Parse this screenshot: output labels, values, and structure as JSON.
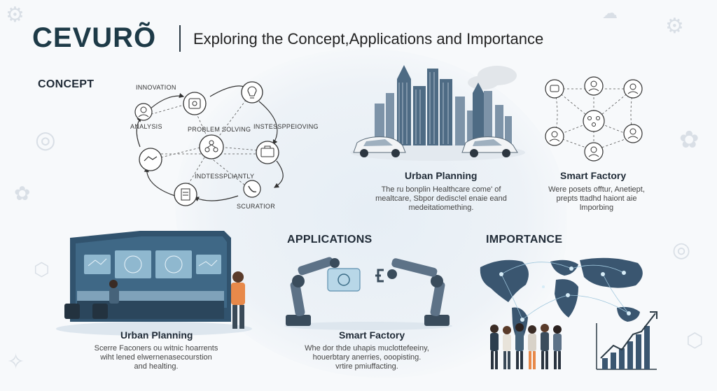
{
  "header": {
    "logo": "CEVURÕ",
    "subtitle": "Exploring the Concept,Applications and Importance"
  },
  "concept": {
    "title": "CONCEPT",
    "nodes": [
      {
        "label": "INNOVATION",
        "icon": "brain-chip-icon"
      },
      {
        "label": "ANALYSIS",
        "icon": "person-headset-icon"
      },
      {
        "label": "PROBLEM SOLVING",
        "icon": "network-icon"
      },
      {
        "label": "INSTESSPPEIOVING",
        "icon": "toolbox-icon"
      },
      {
        "label": "INDTESSPLIANTLY",
        "icon": "handshake-icon"
      },
      {
        "label": "SCURATIOR",
        "icon": "document-icon"
      },
      {
        "label": "",
        "icon": "lightbulb-icon"
      },
      {
        "label": "",
        "icon": "phone-icon"
      }
    ]
  },
  "top_panels": [
    {
      "title": "Urban Planning",
      "caption": [
        "The ru bonplin Healthcare come' of",
        "mealtcare, Sbpor dedisc!el enaie eand",
        "medeitatiomething."
      ]
    },
    {
      "title": "Smart Factory",
      "caption": [
        "Were posets offtur, Anetiept,",
        "prepts ttadhd haiont aie",
        "lmporbing"
      ]
    }
  ],
  "applications": {
    "title": "APPLICATIONS"
  },
  "importance": {
    "title": "IMPORTANCE"
  },
  "bottom_panels": [
    {
      "title": "Urban Planning",
      "caption": [
        "Scerre Faconers ou witnic hoarrents",
        "wiht lened elwernenasecourstion",
        "and healting."
      ]
    },
    {
      "title": "Smart Factory",
      "caption": [
        "Whe dor thde uhapis muclottefeeiny,",
        "houerbtary anerries, ooopisting.",
        "vrtire pmiuffacting."
      ]
    }
  ],
  "colors": {
    "primary": "#1d3a47",
    "accent": "#3a6b86",
    "light_accent": "#9ec6dc",
    "background": "#f7f9fb"
  }
}
